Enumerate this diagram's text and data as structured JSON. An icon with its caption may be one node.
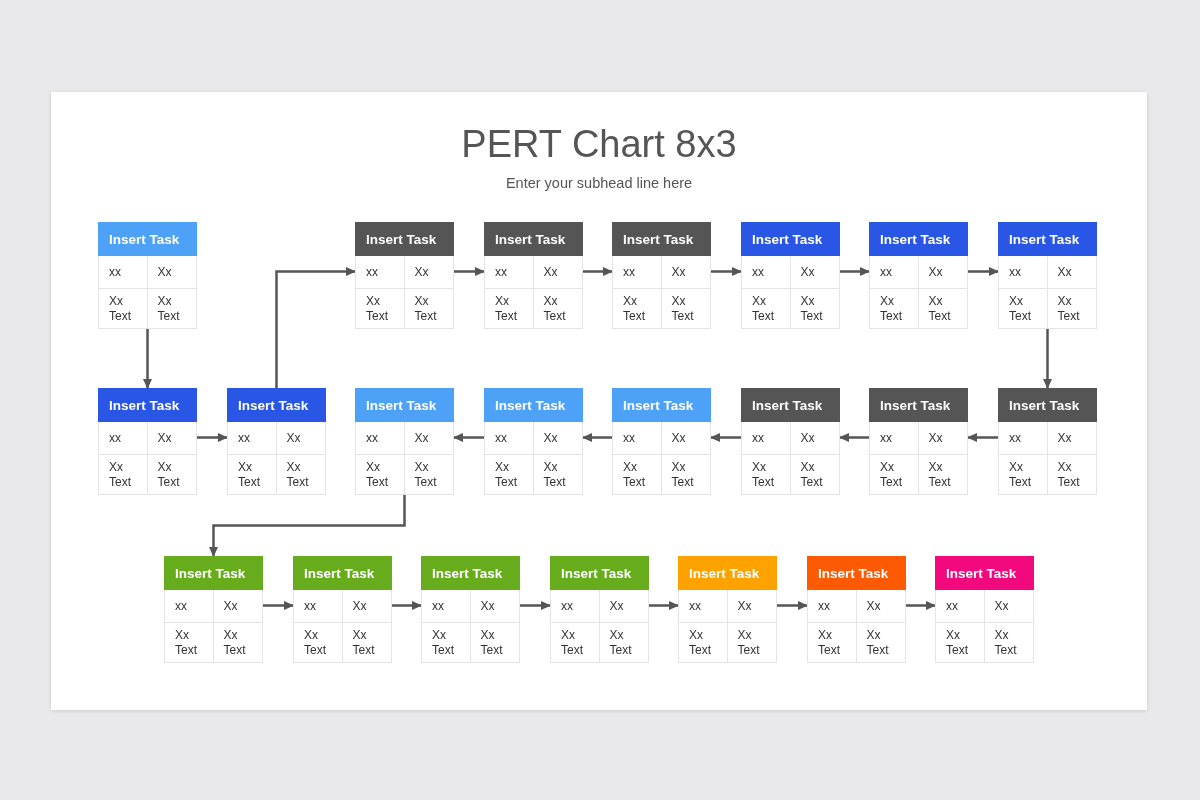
{
  "diagram": {
    "title": "PERT Chart 8x3",
    "nodes": [
      {
        "text": [
          "Insert Task",
          "xx",
          "Xx",
          "Xx Text",
          "Xx Text"
        ]
      },
      {
        "text": [
          "Insert Task",
          "xx",
          "Xx",
          "Xx Text",
          "Xx Text"
        ]
      },
      {
        "text": [
          "Insert Task",
          "xx",
          "Xx",
          "Xx Text",
          "Xx Text"
        ]
      },
      {
        "text": [
          "Insert Task",
          "xx",
          "Xx",
          "Xx Text",
          "Xx Text"
        ]
      },
      {
        "text": [
          "Insert Task",
          "xx",
          "Xx",
          "Xx Text",
          "Xx Text"
        ]
      },
      {
        "text": [
          "Insert Task",
          "xx",
          "Xx",
          "Xx Text",
          "Xx Text"
        ]
      },
      {
        "text": [
          "Insert Task",
          "xx",
          "Xx",
          "Xx Text",
          "Xx Text"
        ]
      },
      {
        "text": [
          "Insert Task",
          "xx",
          "Xx",
          "Xx Text",
          "Xx Text"
        ]
      },
      {
        "text": [
          "Insert Task",
          "xx",
          "Xx",
          "Xx Text",
          "Xx Text"
        ]
      },
      {
        "text": [
          "Insert Task",
          "xx",
          "Xx",
          "Xx Text",
          "Xx Text"
        ]
      },
      {
        "text": [
          "Insert Task",
          "xx",
          "Xx",
          "Xx Text",
          "Xx Text"
        ]
      },
      {
        "text": [
          "Insert Task",
          "xx",
          "Xx",
          "Xx Text",
          "Xx Text"
        ]
      },
      {
        "text": [
          "Insert Task",
          "xx",
          "Xx",
          "Xx Text",
          "Xx Text"
        ]
      },
      {
        "text": [
          "Insert Task",
          "xx",
          "Xx",
          "Xx Text",
          "Xx Text"
        ]
      },
      {
        "text": [
          "Insert Task",
          "xx",
          "Xx",
          "Xx Text",
          "Xx Text"
        ]
      },
      {
        "text": [
          "Insert Task",
          "xx",
          "Xx",
          "Xx Text",
          "Xx Text"
        ]
      },
      {
        "text": [
          "Insert Task",
          "xx",
          "Xx",
          "Xx Text",
          "Xx Text"
        ]
      },
      {
        "text": [
          "Insert Task",
          "xx",
          "Xx",
          "Xx Text",
          "Xx Text"
        ]
      },
      {
        "text": [
          "Insert Task",
          "xx",
          "Xx",
          "Xx Text",
          "Xx Text"
        ]
      },
      {
        "text": [
          "Insert Task",
          "xx",
          "Xx",
          "Xx Text",
          "Xx Text"
        ]
      },
      {
        "text": [
          "Insert Task",
          "xx",
          "Xx",
          "Xx Text",
          "Xx Text"
        ]
      },
      {
        "text": [
          "Insert Task",
          "xx",
          "Xx",
          "Xx Text",
          "Xx Text"
        ]
      }
    ],
    "edges": [
      {
        "from": 0,
        "to": 7,
        "arrow": "to"
      },
      {
        "from": 7,
        "to": 8,
        "arrow": "to"
      },
      {
        "from": 8,
        "to": 1,
        "arrow": "to"
      },
      {
        "from": 1,
        "to": 2,
        "arrow": "to"
      },
      {
        "from": 2,
        "to": 3,
        "arrow": "to"
      },
      {
        "from": 3,
        "to": 4,
        "arrow": "to"
      },
      {
        "from": 4,
        "to": 5,
        "arrow": "to"
      },
      {
        "from": 5,
        "to": 6,
        "arrow": "to"
      },
      {
        "from": 6,
        "to": 14,
        "arrow": "to"
      },
      {
        "from": 14,
        "to": 13,
        "arrow": "to"
      },
      {
        "from": 13,
        "to": 12,
        "arrow": "to"
      },
      {
        "from": 12,
        "to": 11,
        "arrow": "to"
      },
      {
        "from": 11,
        "to": 10,
        "arrow": "to"
      },
      {
        "from": 10,
        "to": 9,
        "arrow": "to"
      },
      {
        "from": 9,
        "to": 15,
        "arrow": "to"
      },
      {
        "from": 15,
        "to": 16,
        "arrow": "to"
      },
      {
        "from": 16,
        "to": 17,
        "arrow": "to"
      },
      {
        "from": 17,
        "to": 18,
        "arrow": "to"
      },
      {
        "from": 18,
        "to": 19,
        "arrow": "to"
      },
      {
        "from": 19,
        "to": 20,
        "arrow": "to"
      },
      {
        "from": 20,
        "to": 21,
        "arrow": "to"
      }
    ],
    "labels": [
      "Enter your subhead line here"
    ]
  }
}
